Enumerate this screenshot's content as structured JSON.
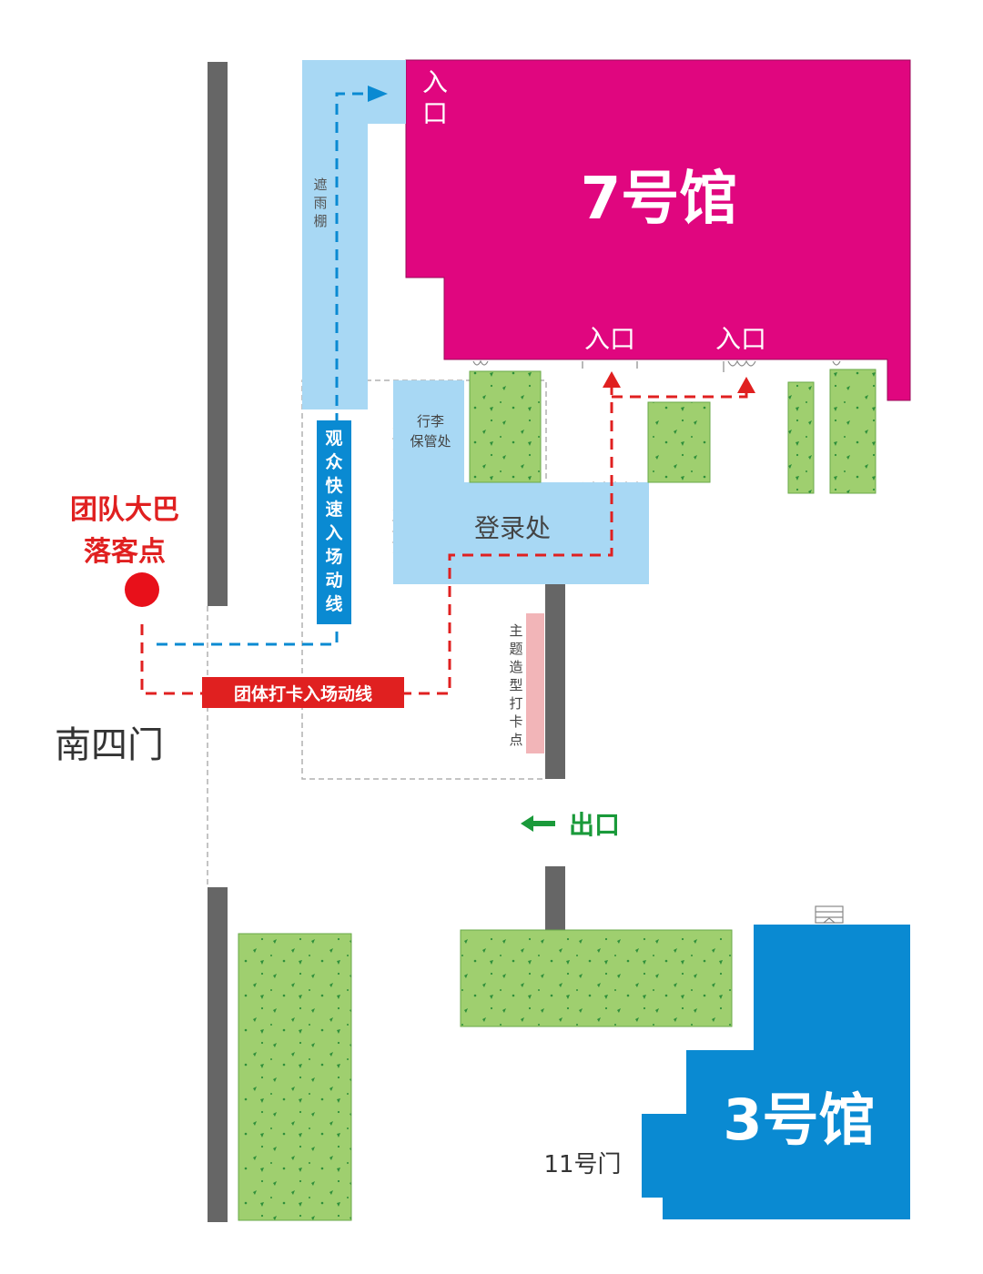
{
  "hall7": {
    "name": "7号馆",
    "entrance_top": "入\n口",
    "entrance_a": "入口",
    "entrance_b": "入口"
  },
  "hall3": {
    "name": "3号馆"
  },
  "canopy": {
    "label": "遮\n雨\n棚"
  },
  "luggage": {
    "label_line1": "行李",
    "label_line2": "保管处"
  },
  "registration": {
    "label": "登录处"
  },
  "visitor_route": {
    "label": "观\n众\n快\n速\n入\n场\n动\n线"
  },
  "group_route": {
    "label": "团体打卡入场动线"
  },
  "bus_dropoff": {
    "line1": "团队大巴",
    "line2": "落客点"
  },
  "photo_spot": {
    "label": "主\n题\n造\n型\n打\n卡\n点"
  },
  "exit": {
    "label": "出口"
  },
  "gates": {
    "south4": "南四门",
    "gate11": "11号门"
  },
  "colors": {
    "hall7": "#e0067f",
    "hall3": "#0a8ad2",
    "light_blue": "#a8d8f4",
    "visitor_route": "#0a8ad2",
    "group_route": "#e02020",
    "grass": "#9fcf6f",
    "wall": "#666666",
    "photo_spot": "#f2b5b8",
    "exit": "#1a9a3a"
  }
}
